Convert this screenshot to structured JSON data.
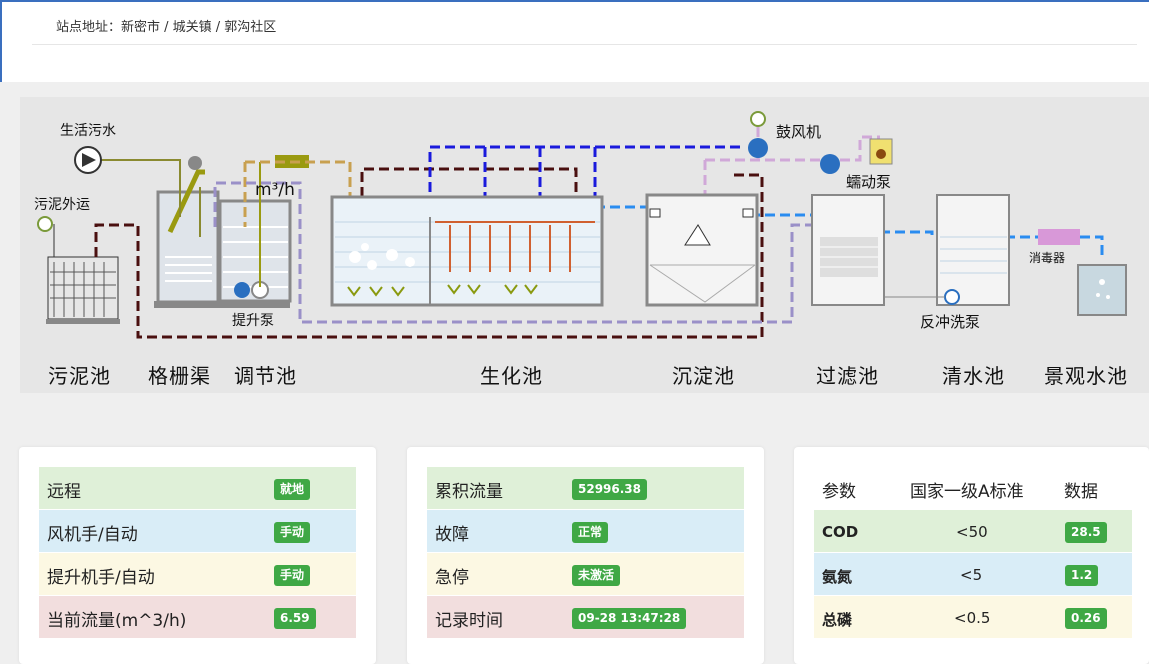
{
  "header": {
    "address": "站点地址：新密市 / 城关镇 / 郭沟社区"
  },
  "diagram": {
    "labels": {
      "sewage": "生活污水",
      "sludge_out": "污泥外运",
      "flow_unit": "m³/h",
      "lift_pump": "提升泵",
      "blower": "鼓风机",
      "peristaltic_pump": "蠕动泵",
      "disinfector": "消毒器",
      "backwash_pump": "反冲洗泵"
    },
    "pools": [
      "污泥池",
      "格栅渠",
      "调节池",
      "生化池",
      "沉淀池",
      "过滤池",
      "清水池",
      "景观水池"
    ]
  },
  "card1": {
    "rows": [
      {
        "label": "远程",
        "value": "就地"
      },
      {
        "label": "风机手/自动",
        "value": "手动"
      },
      {
        "label": "提升机手/自动",
        "value": "手动"
      },
      {
        "label": "当前流量(m^3/h)",
        "value": "6.59"
      }
    ]
  },
  "card2": {
    "rows": [
      {
        "label": "累积流量",
        "value": "52996.38"
      },
      {
        "label": "故障",
        "value": "正常"
      },
      {
        "label": "急停",
        "value": "未激活"
      },
      {
        "label": "记录时间",
        "value": "09-28 13:47:28"
      }
    ]
  },
  "card3": {
    "headers": [
      "参数",
      "国家一级A标准",
      "数据"
    ],
    "rows": [
      {
        "param": "COD",
        "standard": "<50",
        "value": "28.5"
      },
      {
        "param": "氨氮",
        "standard": "<5",
        "value": "1.2"
      },
      {
        "param": "总磷",
        "standard": "<0.5",
        "value": "0.26"
      }
    ]
  },
  "colors": {
    "badge": "#3fa845",
    "green_row": "#dff0d8",
    "blue_row": "#d9edf7",
    "yellow_row": "#fcf8e3",
    "red_row": "#f2dede"
  }
}
